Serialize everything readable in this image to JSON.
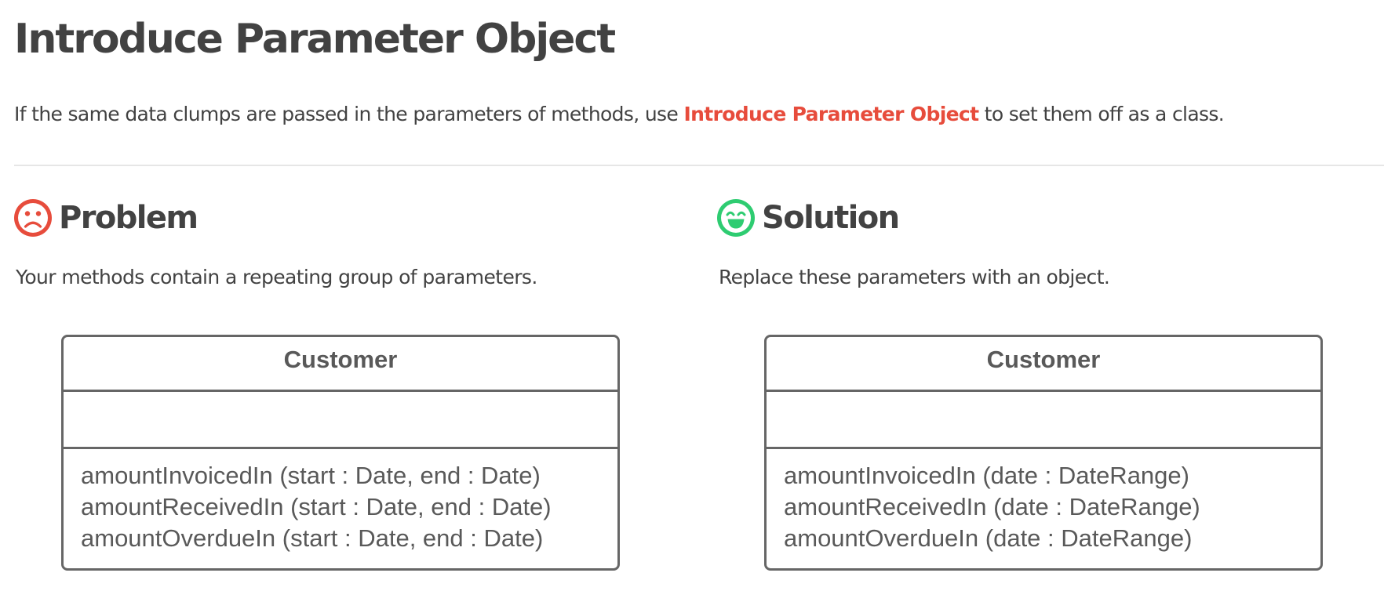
{
  "title": "Introduce Parameter Object",
  "intro": {
    "before": "If the same data clumps are passed in the parameters of methods, use ",
    "link": "Introduce Parameter Object",
    "after": " to set them off as a class."
  },
  "problem": {
    "heading": "Problem",
    "icon": "sad-face-icon",
    "icon_color": "#e74c3c",
    "description": "Your methods contain a repeating group of parameters.",
    "uml": {
      "class_name": "Customer",
      "attributes": [],
      "methods": [
        "amountInvoicedIn (start : Date, end : Date)",
        "amountReceivedIn (start : Date, end : Date)",
        "amountOverdueIn (start : Date, end : Date)"
      ]
    }
  },
  "solution": {
    "heading": "Solution",
    "icon": "happy-face-icon",
    "icon_color": "#2ecc71",
    "description": "Replace these parameters with an object.",
    "uml": {
      "class_name": "Customer",
      "attributes": [],
      "methods": [
        "amountInvoicedIn (date : DateRange)",
        "amountReceivedIn (date : DateRange)",
        "amountOverdueIn (date : DateRange)"
      ]
    }
  },
  "colors": {
    "text": "#424242",
    "link": "#e74c3c",
    "uml_border": "#666666",
    "uml_text": "#595959"
  }
}
